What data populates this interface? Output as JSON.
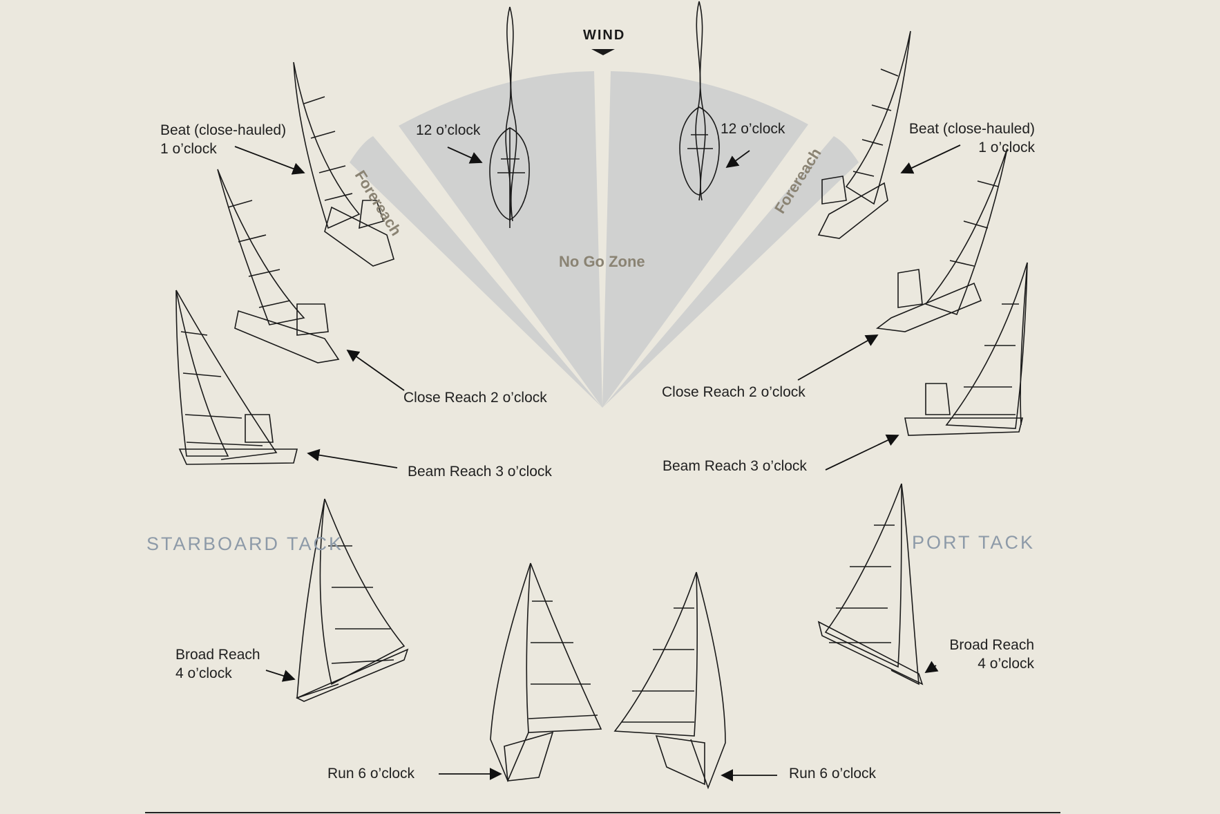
{
  "wind": "WIND",
  "zones": {
    "no_go": "No Go Zone",
    "forereach": "Forereach"
  },
  "tacks": {
    "starboard": "STARBOARD TACK",
    "port": "PORT TACK"
  },
  "labels": {
    "beat_left": "Beat (close-hauled)\n1 o’clock",
    "beat_right": "Beat (close-hauled)\n1 o’clock",
    "twelve_left": "12 o’clock",
    "twelve_right": "12 o’clock",
    "close_reach_left": "Close Reach 2 o’clock",
    "close_reach_right": "Close Reach 2 o’clock",
    "beam_reach_left": "Beam Reach 3 o’clock",
    "beam_reach_right": "Beam Reach 3 o’clock",
    "broad_reach_left": "Broad Reach\n4 o’clock",
    "broad_reach_right": "Broad Reach\n4 o’clock",
    "run_left": "Run  6 o’clock",
    "run_right": "Run 6 o’clock"
  },
  "colors": {
    "background": "#ebe8de",
    "zone_fill": "#d0d1d0",
    "forereach_text": "#8a8373",
    "tack_text": "#8d9aa8",
    "ink": "#1f1f1f"
  }
}
